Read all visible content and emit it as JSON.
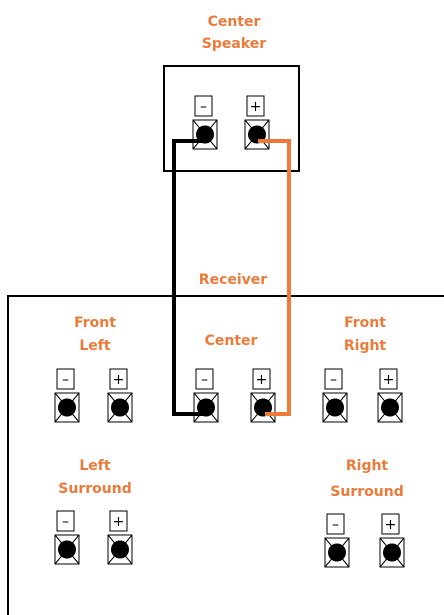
{
  "colors": {
    "accent": "#ee7a3a",
    "line": "#000000",
    "background": "#ffffff"
  },
  "center_speaker": {
    "title_line1": "Center",
    "title_line2": "Speaker",
    "minus_sign": "–",
    "plus_sign": "+"
  },
  "receiver": {
    "title": "Receiver",
    "channels": {
      "front_left": {
        "line1": "Front",
        "line2": "Left",
        "minus_sign": "–",
        "plus_sign": "+"
      },
      "center": {
        "line1": "Center",
        "minus_sign": "–",
        "plus_sign": "+"
      },
      "front_right": {
        "line1": "Front",
        "line2": "Right",
        "minus_sign": "–",
        "plus_sign": "+"
      },
      "left_surround": {
        "line1": "Left",
        "line2": "Surround",
        "minus_sign": "–",
        "plus_sign": "+"
      },
      "right_surround": {
        "line1": "Right",
        "line2": "Surround",
        "minus_sign": "–",
        "plus_sign": "+"
      }
    }
  }
}
